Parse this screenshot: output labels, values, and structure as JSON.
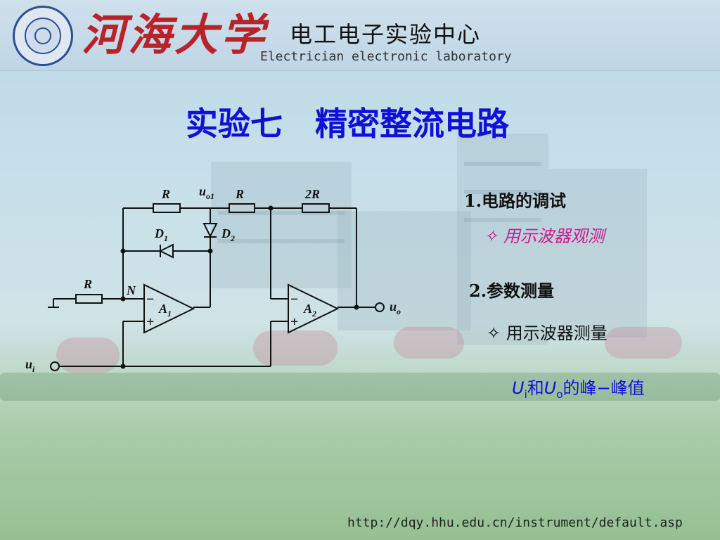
{
  "header": {
    "university": "河海大学",
    "center_name": "电工电子实验中心",
    "center_name_en": "Electrician electronic laboratory"
  },
  "title": "实验七　精密整流电路",
  "circuit": {
    "r_top_left": "R",
    "uo1": {
      "main": "u",
      "sub": "o1"
    },
    "r_top_mid": "R",
    "r_top_right": "2R",
    "d1": {
      "main": "D",
      "sub": "1"
    },
    "d2": {
      "main": "D",
      "sub": "2"
    },
    "r_input": "R",
    "node_n": "N",
    "a1": {
      "main": "A",
      "sub": "1"
    },
    "a2": {
      "main": "A",
      "sub": "2"
    },
    "minus": "−",
    "plus": "+",
    "ui": {
      "main": "u",
      "sub": "i"
    },
    "uo": {
      "main": "u",
      "sub": "o"
    }
  },
  "steps": {
    "step1": "1.电路的调试",
    "step1_hint": "✧ 用示波器观测",
    "step2": "2.参数测量",
    "step2_hint": "✧ 用示波器测量",
    "peak": {
      "u1": "U",
      "sub1": "i",
      "mid": "和",
      "u2": "U",
      "sub2": "o",
      "tail": "的峰−峰值"
    }
  },
  "footer_url": "http://dqy.hhu.edu.cn/instrument/default.asp"
}
